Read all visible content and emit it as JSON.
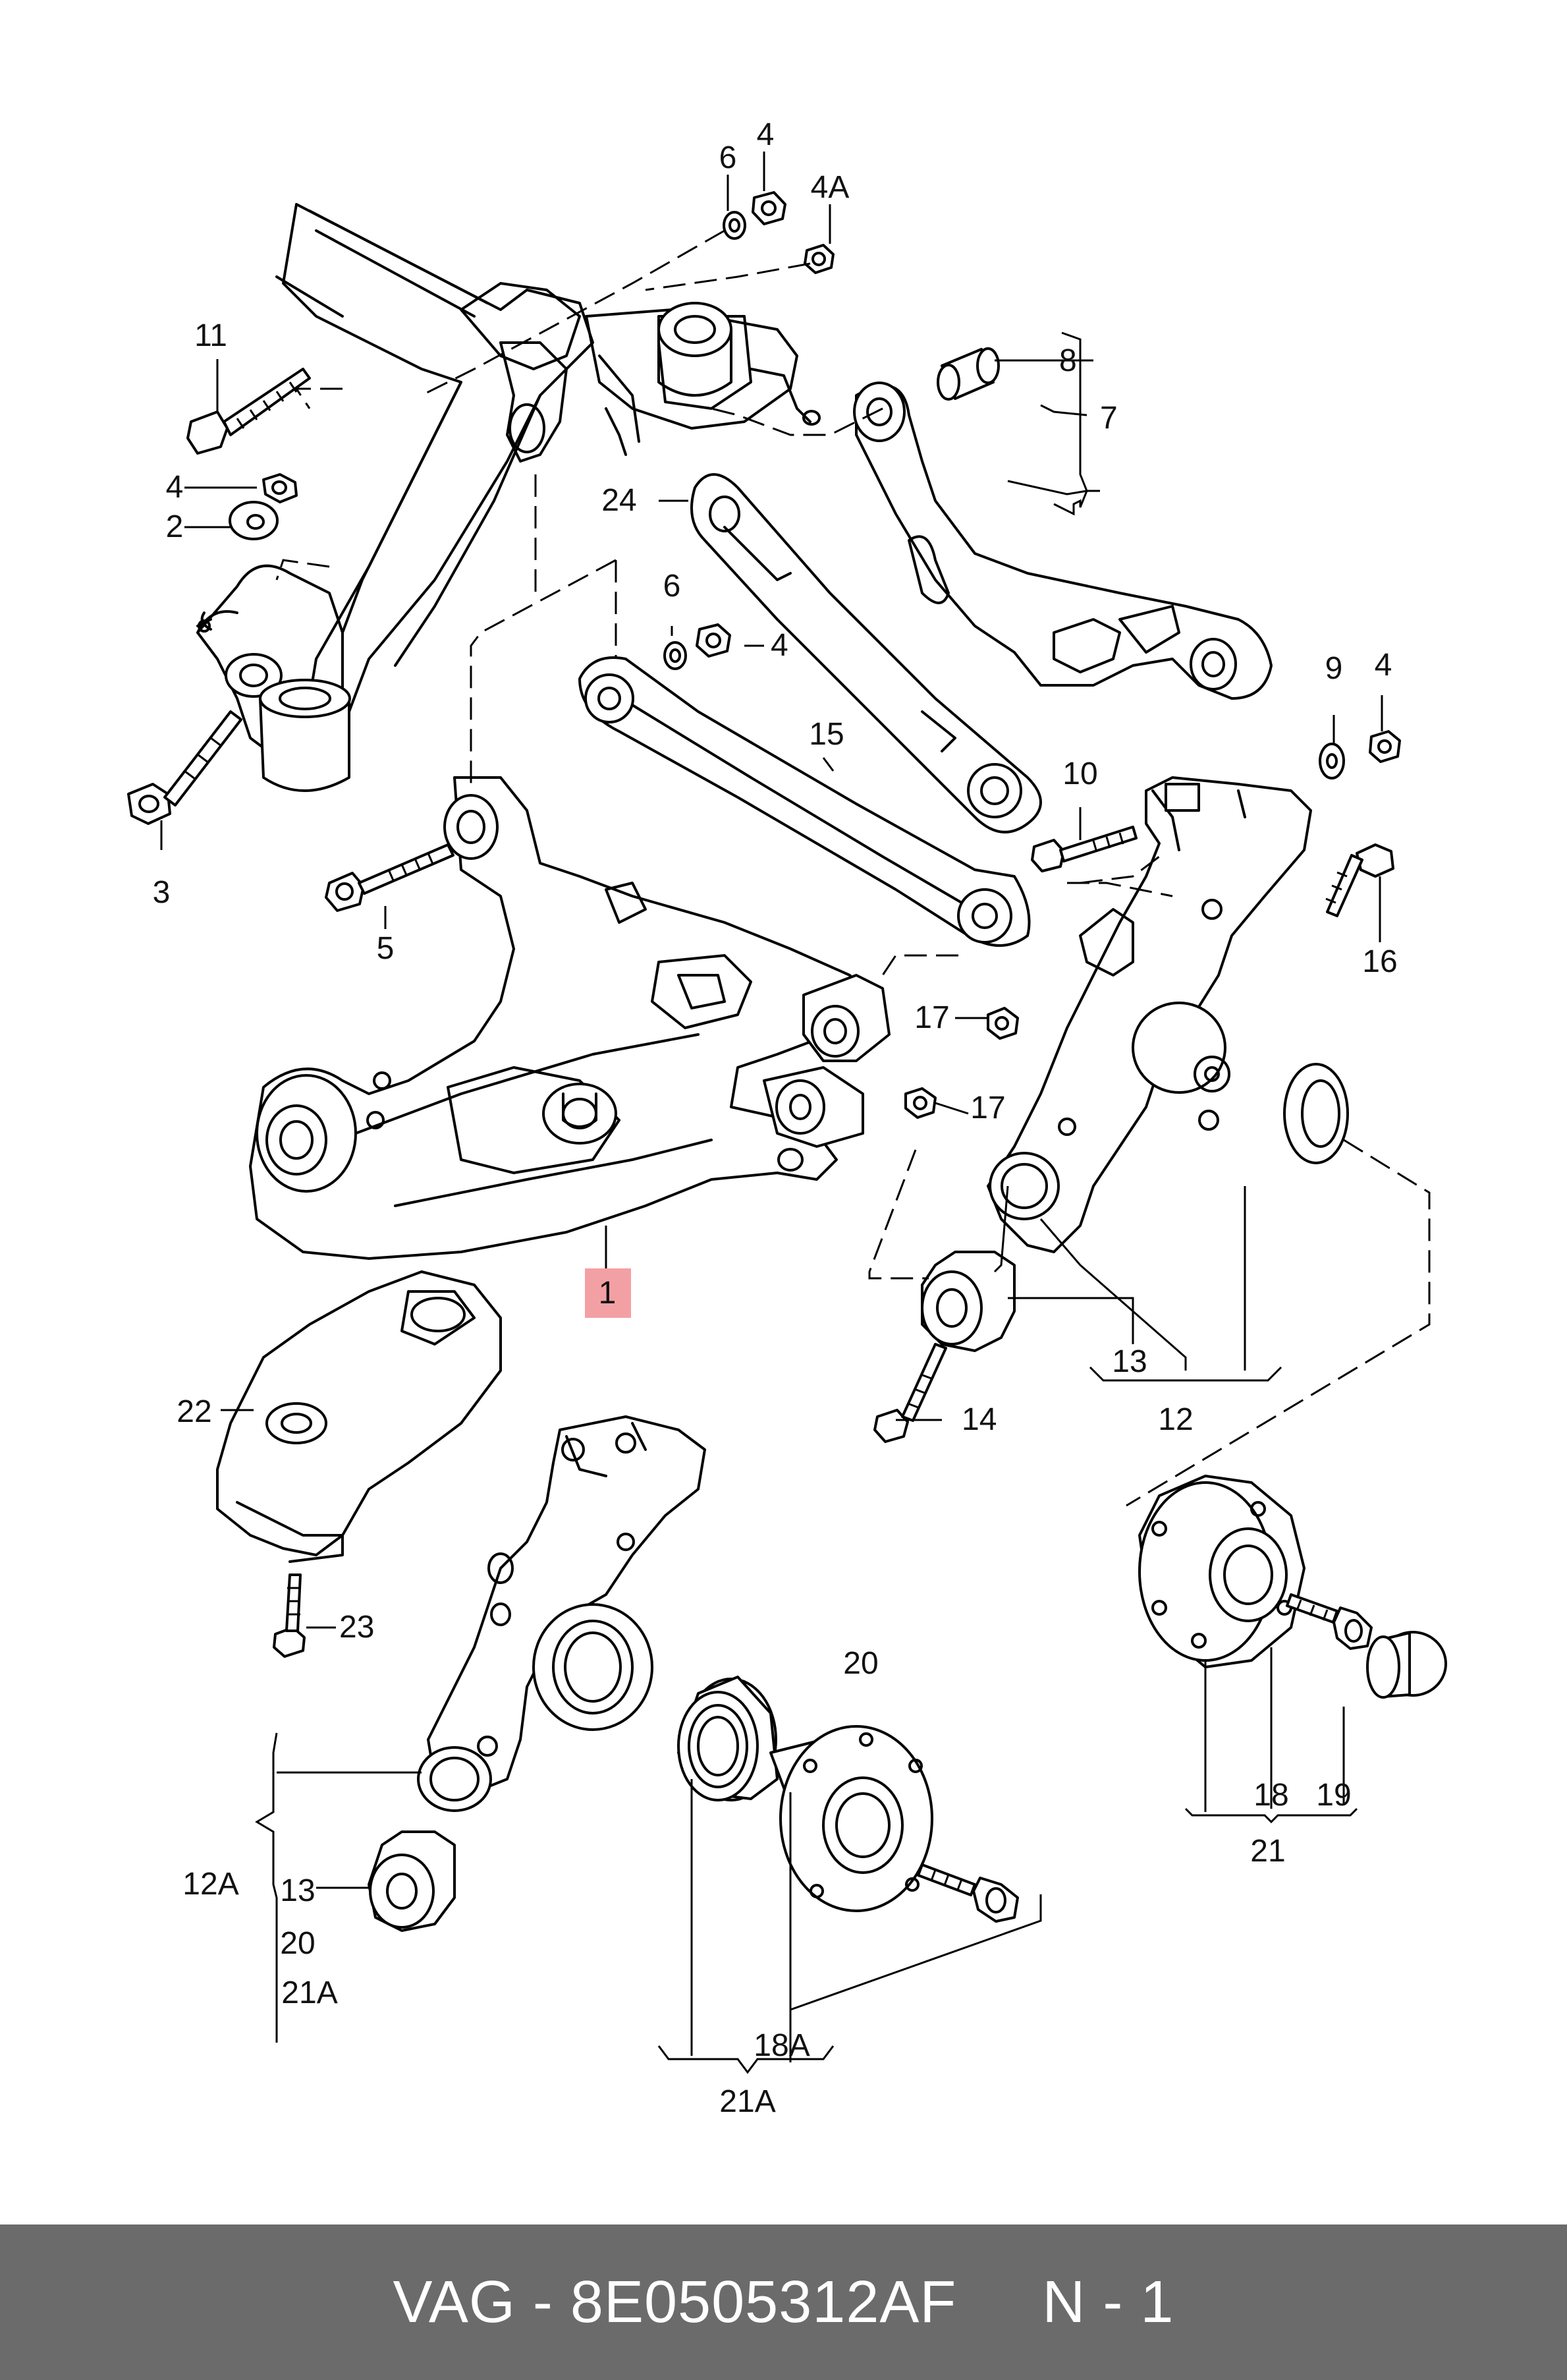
{
  "diagram": {
    "highlight_color": "#f3a0a4",
    "labels": {
      "l1": "1",
      "l2": "2",
      "l3": "3",
      "l4a": "4",
      "l4b": "4",
      "l4c": "4",
      "l4d": "4",
      "l4A": "4A",
      "l5": "5",
      "l6a": "6",
      "l6b": "6",
      "l7": "7",
      "l8": "8",
      "l9": "9",
      "l10": "10",
      "l11": "11",
      "l12": "12",
      "l12A": "12A",
      "l13a": "13",
      "l13b": "13",
      "l14": "14",
      "l15": "15",
      "l16": "16",
      "l17a": "17",
      "l17b": "17",
      "l18": "18",
      "l18A": "18A",
      "l19": "19",
      "l20a": "20",
      "l20b": "20",
      "l21": "21",
      "l21Aa": "21A",
      "l21Ab": "21A",
      "l22": "22",
      "l23": "23",
      "l24": "24"
    }
  },
  "footer": {
    "text": "VAG - 8E0505312AF     N - 1",
    "background": "#6b6b6b"
  }
}
